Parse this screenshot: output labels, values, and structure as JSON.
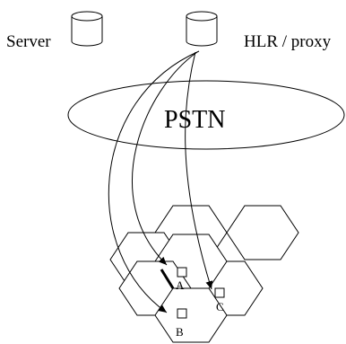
{
  "nodes": {
    "server_label": "Server",
    "hlr_label": "HLR / proxy",
    "pstn_label": "PSTN"
  },
  "cells": {
    "a_label": "A",
    "b_label": "B",
    "c_label": "C"
  },
  "icons": {
    "server": "database-cylinder-icon",
    "hlr": "database-cylinder-icon",
    "terminal": "square-terminal-icon"
  }
}
